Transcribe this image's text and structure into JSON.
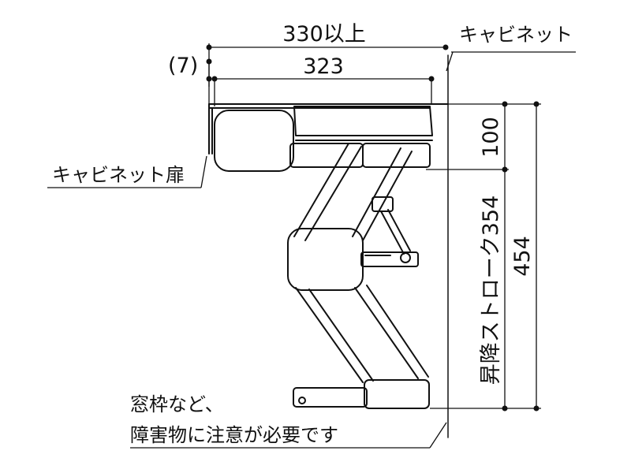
{
  "dimensions": {
    "overall_width": "330以上",
    "inner_width": "323",
    "offset": "(7)",
    "top_height": "100",
    "lift_stroke": "昇降ストローク354",
    "total_height": "454"
  },
  "labels": {
    "cabinet": "キャビネット",
    "cabinet_door": "キャビネット扉",
    "caution_line1": "窓枠など、",
    "caution_line2": "障害物に注意が必要です"
  },
  "colors": {
    "line": "#111111",
    "background": "#ffffff"
  }
}
